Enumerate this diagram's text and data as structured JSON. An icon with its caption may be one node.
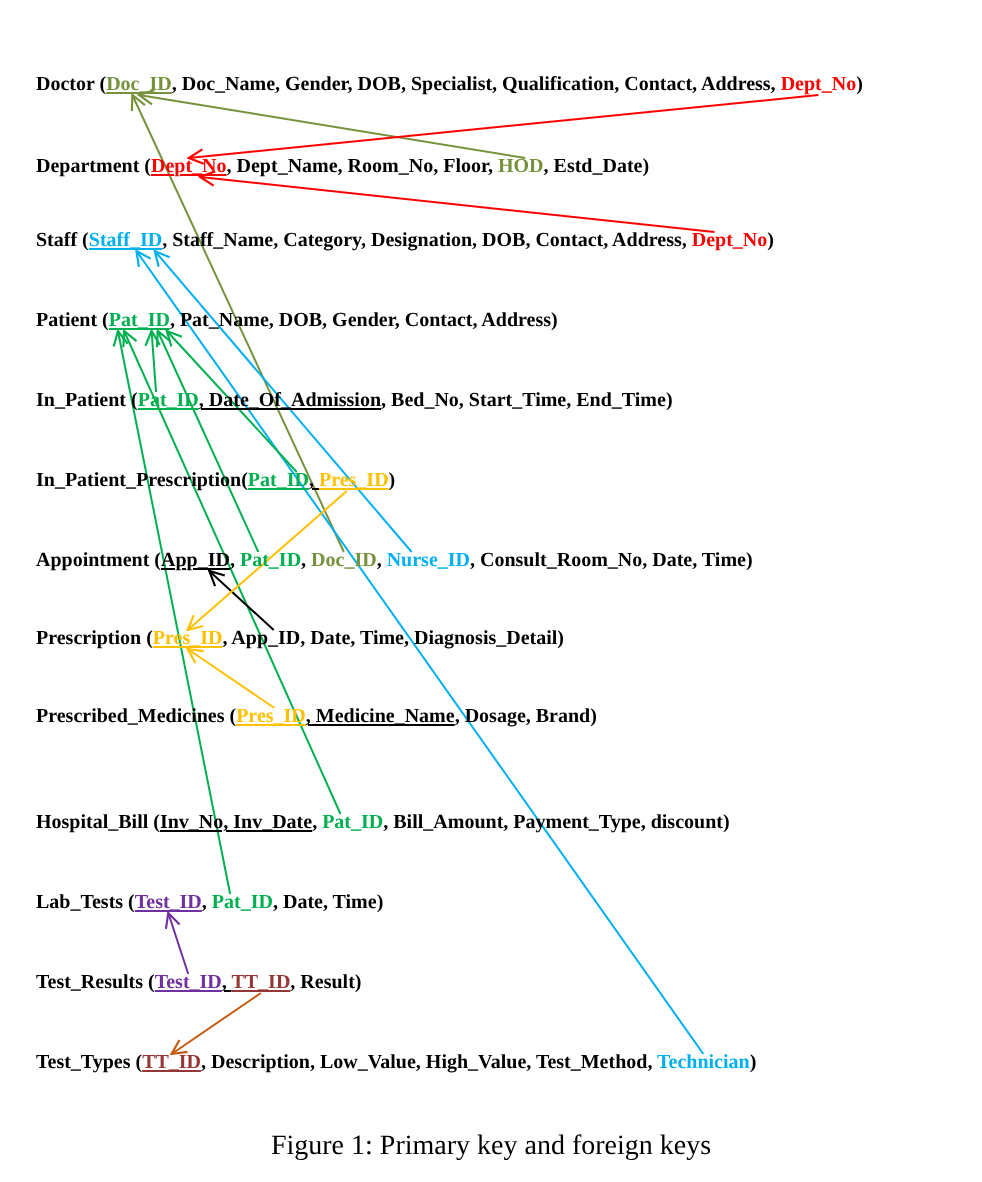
{
  "diagram": {
    "caption": "Figure 1: Primary key and foreign keys",
    "nodes": [
      {
        "text": [
          "Doctor (",
          "Doc_ID",
          ", Doc_Name, Gender, DOB, Specialist, Qualification, Contact, Address, ",
          "Dept_No",
          ")"
        ]
      },
      {
        "text": [
          "Department (",
          "Dept_No",
          ", Dept_Name, Room_No, Floor, ",
          "HOD",
          ", Estd_Date)"
        ]
      },
      {
        "text": [
          "Staff (",
          "Staff_ID",
          ", Staff_Name, Category, Designation, DOB, Contact, Address, ",
          "Dept_No",
          ")"
        ]
      },
      {
        "text": [
          "Patient (",
          "Pat_ID",
          ", Pat_Name, DOB, Gender, Contact, Address)"
        ]
      },
      {
        "text": [
          "In_Patient (",
          "Pat_ID",
          ", Date_Of_Admission",
          ", Bed_No, Start_Time, End_Time)"
        ]
      },
      {
        "text": [
          "In_Patient_Prescription(",
          "Pat_ID",
          ", ",
          "Pres_ID",
          ")"
        ]
      },
      {
        "text": [
          "Appointment (",
          "App_ID",
          ", ",
          "Pat_ID",
          ", ",
          "Doc_ID",
          ", ",
          "Nurse_ID",
          ", Consult_Room_No, Date, Time)"
        ]
      },
      {
        "text": [
          "Prescription (",
          "Pres_ID",
          ", App_ID, Date, Time, Diagnosis_Detail)"
        ]
      },
      {
        "text": [
          "Prescribed_Medicines (",
          "Pres_ID",
          ", Medicine_Name",
          ", Dosage, Brand)"
        ]
      },
      {
        "text": [
          "Hospital_Bill (",
          "Inv_No, Inv_Date",
          ", ",
          "Pat_ID",
          ", Bill_Amount, Payment_Type, discount)"
        ]
      },
      {
        "text": [
          "Lab_Tests (",
          "Test_ID",
          ", ",
          "Pat_ID",
          ", Date, Time)"
        ]
      },
      {
        "text": [
          "Test_Results (",
          "Test_ID",
          ", ",
          "TT_ID",
          ", Result)"
        ]
      },
      {
        "text": [
          "Test_Types (",
          "TT_ID",
          ", Description, Low_Value, High_Value, Test_Method, ",
          "Technician",
          ")"
        ]
      }
    ],
    "edges": [
      {
        "from": 1,
        "to": 0,
        "arrow": "to",
        "color": "#76923c"
      },
      {
        "from": 0,
        "to": 1,
        "arrow": "to",
        "color": "#ff0000"
      },
      {
        "from": 2,
        "to": 1,
        "arrow": "to",
        "color": "#ff0000"
      },
      {
        "from": 6,
        "to": 0,
        "arrow": "to",
        "color": "#76923c"
      },
      {
        "from": 6,
        "to": 2,
        "arrow": "to",
        "color": "#00b0f0"
      },
      {
        "from": 12,
        "to": 2,
        "arrow": "to",
        "color": "#00b0f0"
      },
      {
        "from": 4,
        "to": 3,
        "arrow": "to",
        "color": "#00b050"
      },
      {
        "from": 5,
        "to": 3,
        "arrow": "to",
        "color": "#00b050"
      },
      {
        "from": 6,
        "to": 3,
        "arrow": "to",
        "color": "#00b050"
      },
      {
        "from": 9,
        "to": 3,
        "arrow": "to",
        "color": "#00b050"
      },
      {
        "from": 10,
        "to": 3,
        "arrow": "to",
        "color": "#00b050"
      },
      {
        "from": 7,
        "to": 6,
        "arrow": "to",
        "color": "#000000"
      },
      {
        "from": 5,
        "to": 7,
        "arrow": "to",
        "color": "#ffc000"
      },
      {
        "from": 8,
        "to": 7,
        "arrow": "to",
        "color": "#ffc000"
      },
      {
        "from": 11,
        "to": 10,
        "arrow": "to",
        "color": "#7030a0"
      },
      {
        "from": 11,
        "to": 12,
        "arrow": "to",
        "color": "#c55a11"
      }
    ]
  }
}
